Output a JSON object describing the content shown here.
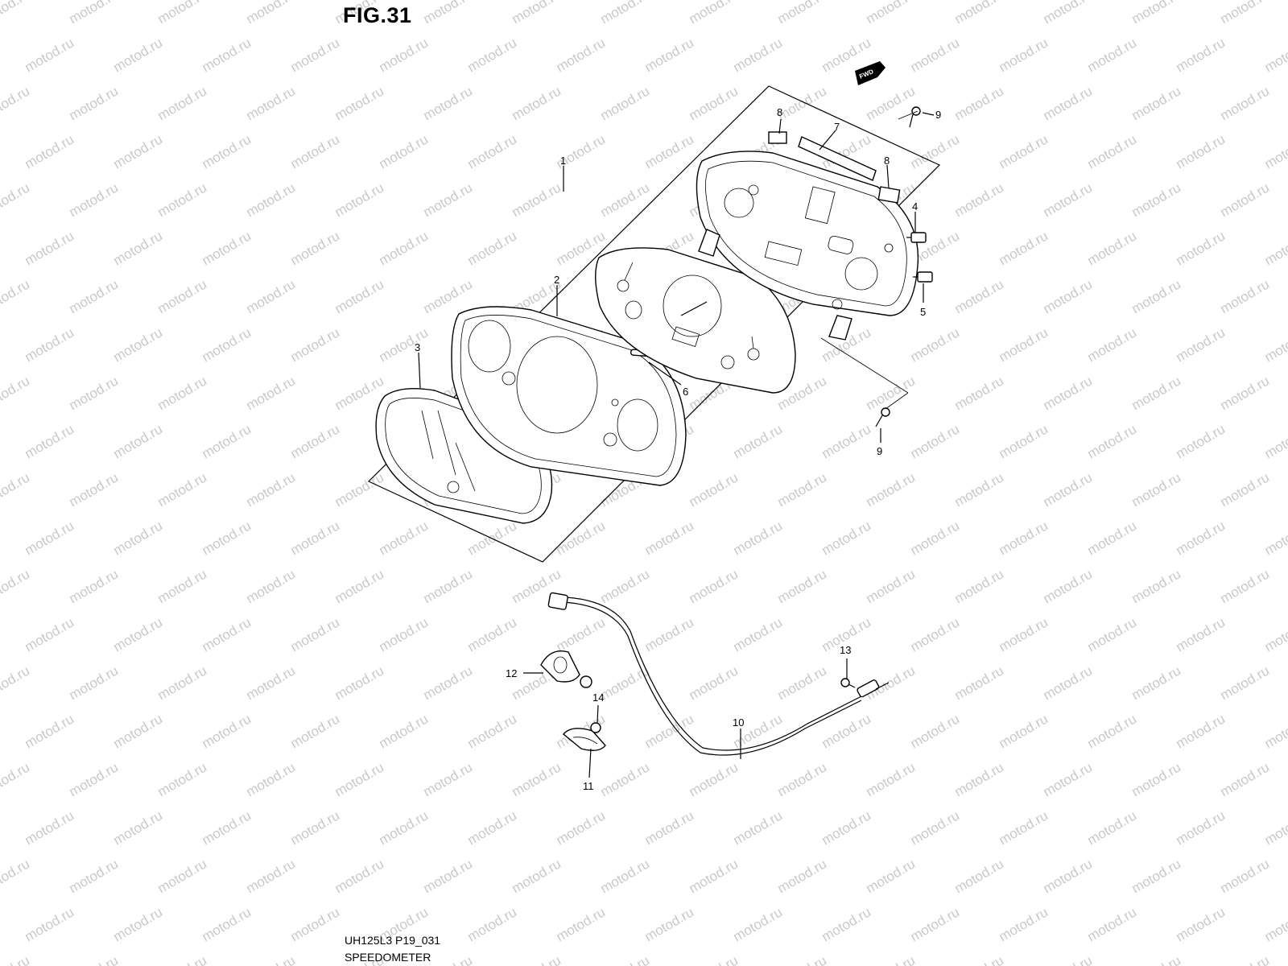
{
  "figure": {
    "title": "FIG.31"
  },
  "footer": {
    "code": "UH125L3 P19_031",
    "name": "SPEEDOMETER"
  },
  "watermark": {
    "text": "motod.ru",
    "color": "#c9c9c9"
  },
  "direction_badge": {
    "label": "FWD"
  },
  "callouts": [
    {
      "id": "c1",
      "label": "1"
    },
    {
      "id": "c2",
      "label": "2"
    },
    {
      "id": "c3",
      "label": "3"
    },
    {
      "id": "c4",
      "label": "4"
    },
    {
      "id": "c5",
      "label": "5"
    },
    {
      "id": "c6",
      "label": "6"
    },
    {
      "id": "c7",
      "label": "7"
    },
    {
      "id": "c8a",
      "label": "8"
    },
    {
      "id": "c8b",
      "label": "8"
    },
    {
      "id": "c9a",
      "label": "9"
    },
    {
      "id": "c9b",
      "label": "9"
    },
    {
      "id": "c10",
      "label": "10"
    },
    {
      "id": "c11",
      "label": "11"
    },
    {
      "id": "c12",
      "label": "12"
    },
    {
      "id": "c13",
      "label": "13"
    },
    {
      "id": "c14",
      "label": "14"
    }
  ]
}
